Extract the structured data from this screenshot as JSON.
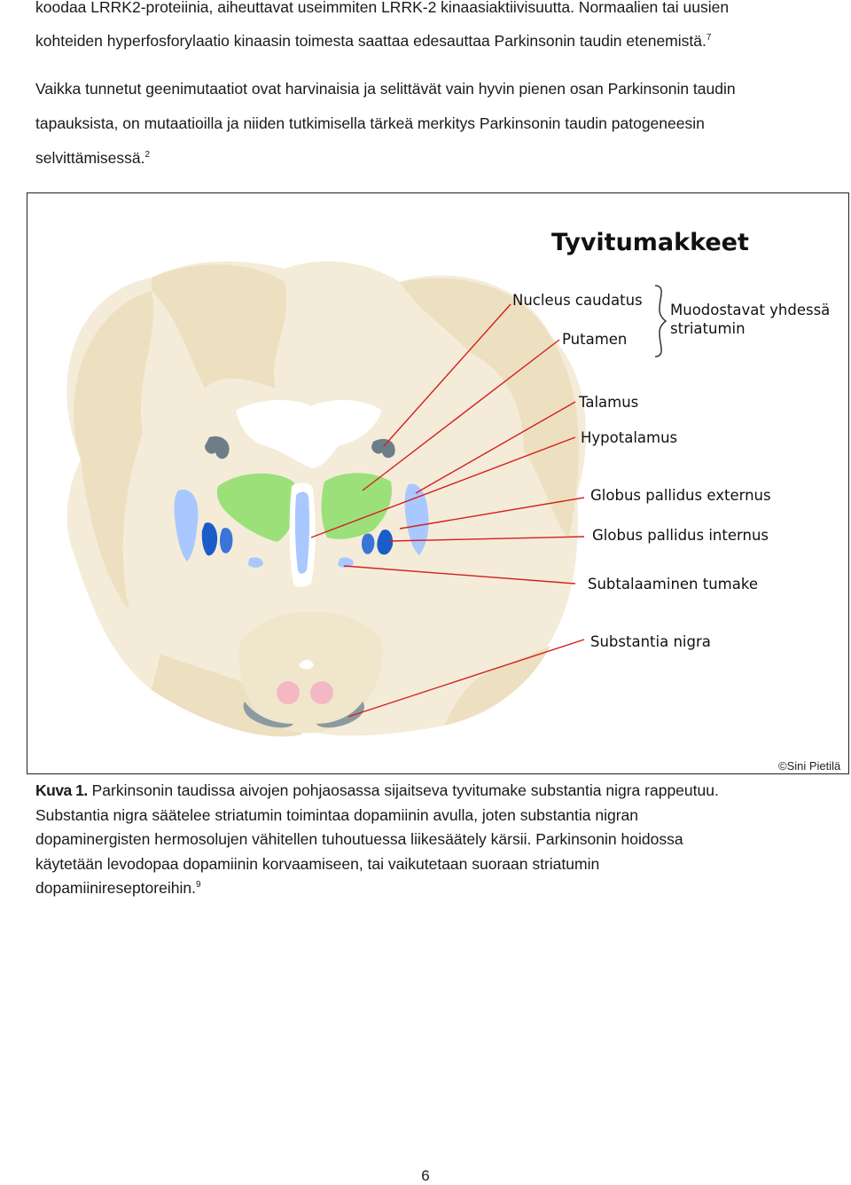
{
  "intro_paragraph": {
    "lines": [
      "koodaa LRRK2-proteiinia, aiheuttavat useimmiten LRRK-2 kinaasiaktiivisuutta. Normaalien tai uusien",
      "kohteiden hyperfosforylaatio kinaasin toimesta saattaa edesauttaa Parkinsonin taudin etenemistä."
    ],
    "ref": "7"
  },
  "second_paragraph": {
    "lines": [
      "Vaikka tunnetut geenimutaatiot ovat harvinaisia ja selittävät vain hyvin pienen osan Parkinsonin taudin",
      "tapauksista, on mutaatioilla ja niiden tutkimisella tärkeä merkitys Parkinsonin taudin patogeneesin",
      "selvittämisessä."
    ],
    "ref": "2"
  },
  "figure": {
    "title": "Tyvitumakkeet",
    "labels": {
      "nucleus_caudatus": "Nucleus caudatus",
      "putamen": "Putamen",
      "striatum_note_1": "Muodostavat yhdessä",
      "striatum_note_2": "striatumin",
      "talamus": "Talamus",
      "hypotalamus": "Hypotalamus",
      "gp_externus": "Globus pallidus externus",
      "gp_internus": "Globus pallidus internus",
      "subthalamic": "Subtalaaminen tumake",
      "substantia_nigra": "Substantia nigra"
    },
    "copyright": "©Sini Pietilä",
    "colors": {
      "cortex": "#f4ecd9",
      "gyri": "#ece0c0",
      "caudate": "#6e7e88",
      "putamen": "#9ce07a",
      "gp_externus": "#a8c8ff",
      "gp_internus": "#1a5cc8",
      "leader_line": "#d42020"
    }
  },
  "caption": {
    "label": "Kuva 1.",
    "first_line_rest": " Parkinsonin taudissa aivojen pohjaosassa sijaitseva tyvitumake substantia nigra rappeutuu.",
    "lines": [
      "Substantia nigra säätelee striatumin toimintaa dopamiinin avulla, joten substantia nigran",
      "dopaminergisten hermosolujen vähitellen tuhoutuessa liikesäätely kärsii. Parkinsonin hoidossa",
      "käytetään levodopaa dopamiinin korvaamiseen, tai vaikutetaan suoraan striatumin",
      "dopamiinireseptoreihin."
    ],
    "ref": "9"
  },
  "page_number": "6"
}
